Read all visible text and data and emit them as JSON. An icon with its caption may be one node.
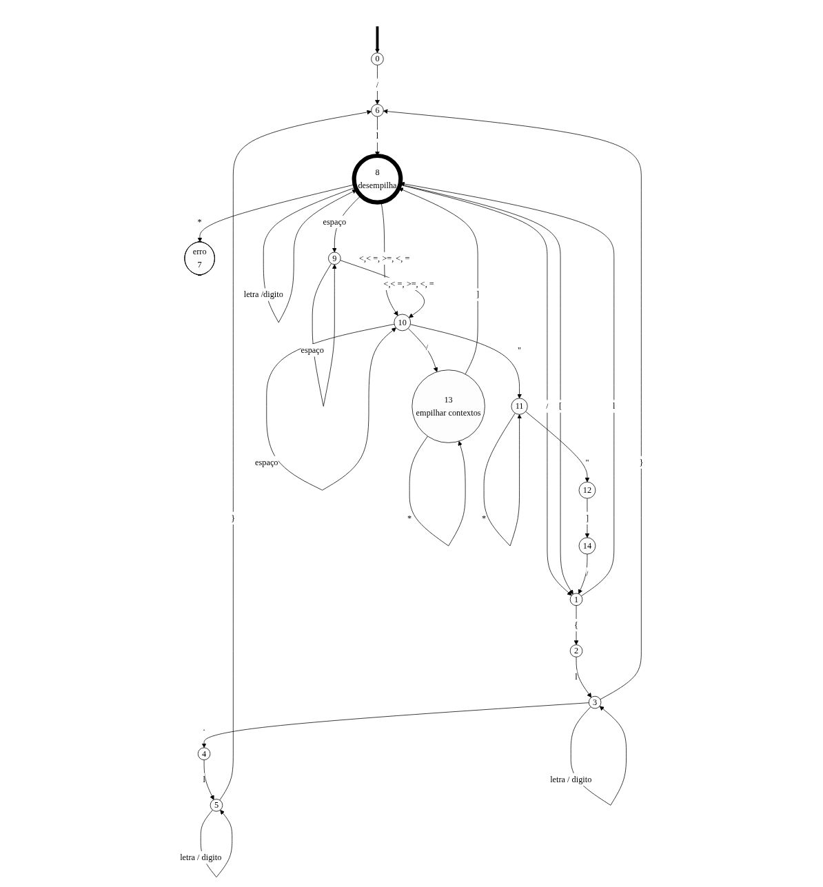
{
  "diagram": {
    "nodes": [
      {
        "text": [
          "0"
        ]
      },
      {
        "text": [
          "1"
        ]
      },
      {
        "text": [
          "2"
        ]
      },
      {
        "text": [
          "3"
        ]
      },
      {
        "text": [
          "4"
        ]
      },
      {
        "text": [
          "5"
        ]
      },
      {
        "text": [
          "6"
        ]
      },
      {
        "text": [
          "erro",
          "7"
        ]
      },
      {
        "text": [
          "8",
          "desempilha"
        ]
      },
      {
        "text": [
          "9"
        ]
      },
      {
        "text": [
          "10"
        ]
      },
      {
        "text": [
          "11"
        ]
      },
      {
        "text": [
          "12"
        ]
      },
      {
        "text": [
          "13",
          "empilhar contextos"
        ]
      },
      {
        "text": [
          "14"
        ]
      }
    ],
    "edges": [
      {
        "from": null,
        "to": 0,
        "arrow": "to",
        "style": "thick"
      },
      {
        "from": 0,
        "to": 6,
        "label": "/",
        "arrow": "to"
      },
      {
        "from": 8,
        "to": 7,
        "label": "*",
        "arrow": "to"
      },
      {
        "from": 8,
        "to": 8,
        "label": "letra /digito",
        "arrow": "to"
      },
      {
        "from": 8,
        "to": 10,
        "label": "<,< =, >=, <, =",
        "arrow": "to"
      },
      {
        "from": 8,
        "to": 9,
        "label": "espaço",
        "arrow": "to"
      },
      {
        "from": 8,
        "to": 1,
        "label": "/",
        "arrow": "to"
      },
      {
        "from": 1,
        "to": 8,
        "label": "l",
        "arrow": "to"
      },
      {
        "from": 8,
        "to": 1,
        "label": "[",
        "arrow": "to"
      },
      {
        "from": 14,
        "to": 1,
        "label": "/",
        "arrow": "to"
      },
      {
        "from": 6,
        "to": 8,
        "label": "l",
        "arrow": "to"
      },
      {
        "from": 13,
        "to": 8,
        "label": "]",
        "arrow": "to"
      },
      {
        "from": 9,
        "to": 9,
        "label": "espaço",
        "arrow": "to"
      },
      {
        "from": 1,
        "to": 2,
        "label": "{",
        "arrow": "to"
      },
      {
        "from": 9,
        "to": 10,
        "label": "<,< =, >=, <, =",
        "arrow": "to"
      },
      {
        "from": 10,
        "to": 13,
        "label": "/",
        "arrow": "to"
      },
      {
        "from": 10,
        "to": 10,
        "label": "espaço",
        "arrow": "to"
      },
      {
        "from": 13,
        "to": 13,
        "label": "*",
        "arrow": "to"
      },
      {
        "from": 2,
        "to": 3,
        "label": "l",
        "arrow": "to"
      },
      {
        "from": 3,
        "to": 6,
        "label": "}",
        "arrow": "to"
      },
      {
        "from": 10,
        "to": 11,
        "label": "\"",
        "arrow": "to"
      },
      {
        "from": 12,
        "to": 14,
        "label": "]",
        "arrow": "to"
      },
      {
        "from": 3,
        "to": 3,
        "label": "letra / digito",
        "arrow": "to"
      },
      {
        "from": 5,
        "to": 6,
        "label": "}",
        "arrow": "to"
      },
      {
        "from": 11,
        "to": 11,
        "label": "*",
        "arrow": "to"
      },
      {
        "from": 3,
        "to": 4,
        "label": ".",
        "arrow": "to"
      },
      {
        "from": 11,
        "to": 12,
        "label": "\"",
        "arrow": "to"
      },
      {
        "from": 4,
        "to": 5,
        "label": "l",
        "arrow": "to"
      },
      {
        "from": 5,
        "to": 5,
        "label": "letra / digito",
        "arrow": "to"
      }
    ]
  }
}
